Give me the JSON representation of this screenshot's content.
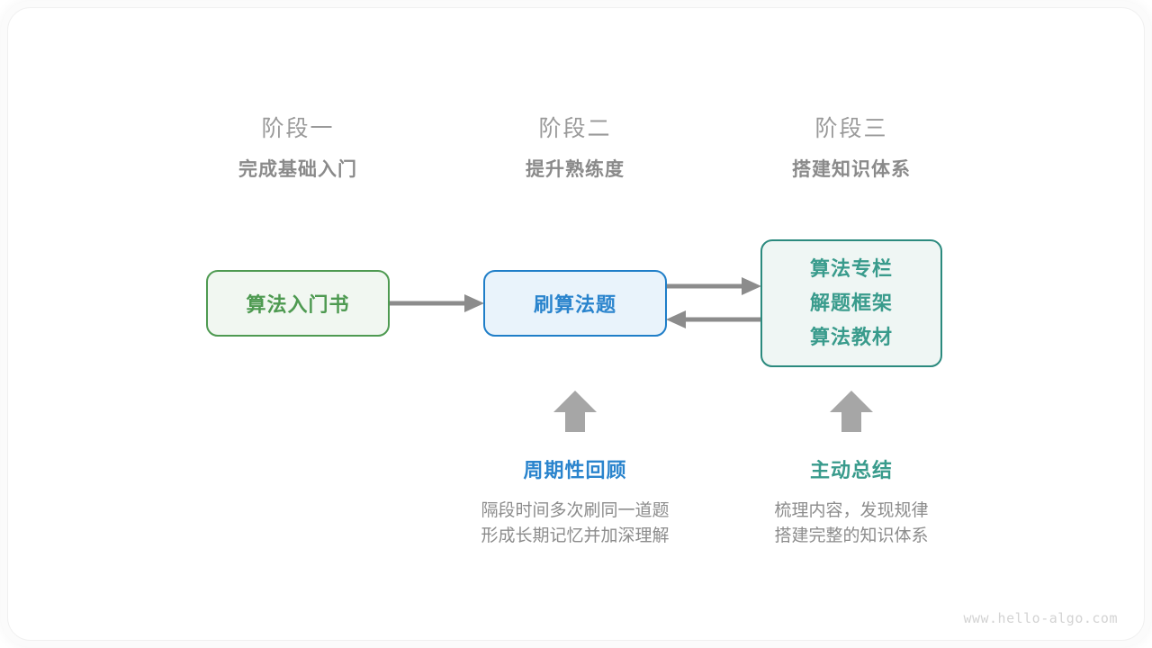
{
  "stages": [
    {
      "number": "阶段一",
      "title": "完成基础入门"
    },
    {
      "number": "阶段二",
      "title": "提升熟练度"
    },
    {
      "number": "阶段三",
      "title": "搭建知识体系"
    }
  ],
  "nodes": {
    "book": {
      "label": "算法入门书",
      "color": "#4e9a51",
      "bg": "#f1f7f1",
      "border": "#4e9a51"
    },
    "practice": {
      "label": "刷算法题",
      "color": "#2a84cd",
      "bg": "#e9f3fb",
      "border": "#1f7ec8"
    },
    "knowledge": {
      "lines": [
        "算法专栏",
        "解题框架",
        "算法教材"
      ],
      "color": "#399b8c",
      "bg": "#eff6f4",
      "border": "#2b8a7e"
    }
  },
  "connectors": {
    "color": "#8c8c8c",
    "book_to_practice": "arrow-right",
    "practice_to_knowledge": "arrow-right",
    "knowledge_to_practice": "arrow-left",
    "up_arrow_review": "arrow-up",
    "up_arrow_summary": "arrow-up"
  },
  "notes": [
    {
      "title": "周期性回顾",
      "color": "#2a84cd",
      "line1": "隔段时间多次刷同一道题",
      "line2": "形成长期记忆并加深理解"
    },
    {
      "title": "主动总结",
      "color": "#399b8c",
      "line1": "梳理内容，发现规律",
      "line2": "搭建完整的知识体系"
    }
  ],
  "watermark": "www.hello-algo.com"
}
